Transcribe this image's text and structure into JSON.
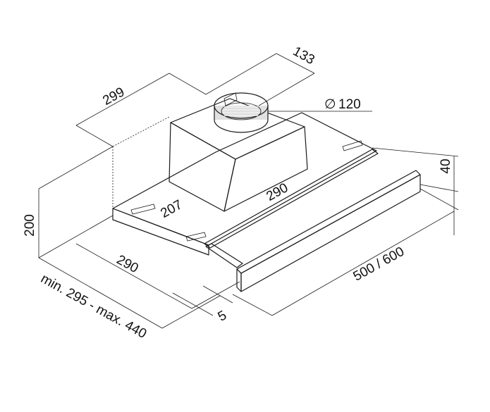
{
  "diagram": {
    "dimensions": {
      "depth_top": "299",
      "duct_offset": "133",
      "duct_diameter": "120",
      "diameter_symbol": "∅",
      "height": "200",
      "motor_width": "290",
      "motor_depth": "290",
      "front_inset": "207",
      "cutout_range": "min. 295 - max. 440",
      "panel_thickness": "5",
      "width": "500 / 600",
      "visor_height": "40"
    },
    "colors": {
      "line": "#1a1a1a",
      "fill_light": "#f4f4f4",
      "fill_mid": "#dcdcdc",
      "fill_dark": "#b9b9b9",
      "background": "#ffffff"
    }
  }
}
